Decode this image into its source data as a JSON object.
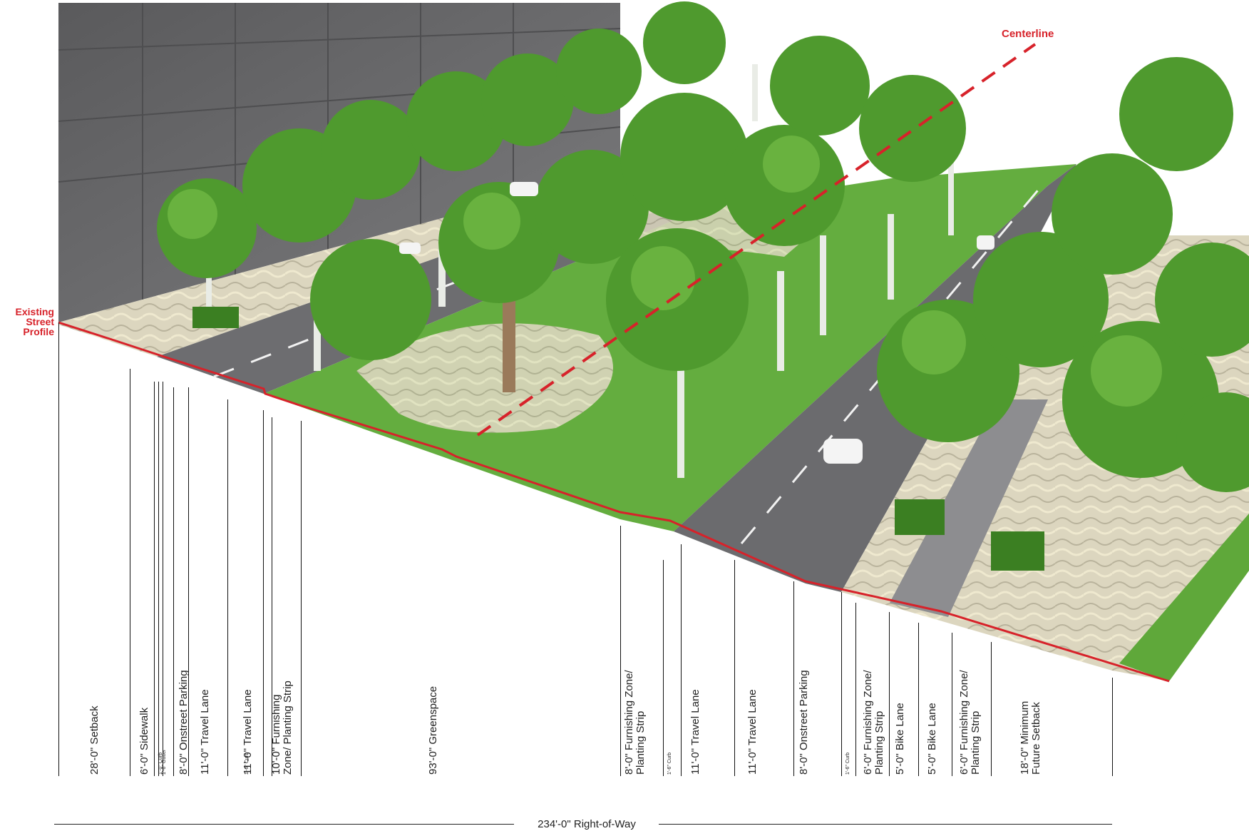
{
  "labels": {
    "existing_street_profile": "Existing Street Profile",
    "centerline": "Centerline",
    "right_of_way": "234'-0\" Right-of-Way"
  },
  "segments": [
    {
      "label": "28'-0\" Setback"
    },
    {
      "label": "6'-0\" Sidewalk"
    },
    {
      "label": "1'-0\" Curb",
      "small": true
    },
    {
      "label": "1'-6\" Gutter",
      "small": true
    },
    {
      "label": "8'-0\" Onstreet Parking"
    },
    {
      "label": "11'-0\" Travel Lane"
    },
    {
      "label": "11'-0\" Travel Lane"
    },
    {
      "label": "1'-6\" Curb",
      "small": true
    },
    {
      "label": "10'-0\" Furnishing Zone/ Planting Strip"
    },
    {
      "label": "93'-0\" Greenspace"
    },
    {
      "label": "8'-0\" Furnishing Zone/ Planting Strip"
    },
    {
      "label": "1'-6\" Curb",
      "small": true
    },
    {
      "label": "11'-0\" Travel Lane"
    },
    {
      "label": "11'-0\" Travel Lane"
    },
    {
      "label": "8'-0\" Onstreet Parking"
    },
    {
      "label": "1'-6\" Curb",
      "small": true
    },
    {
      "label": "6'-0\" Furnishing Zone/ Planting Strip"
    },
    {
      "label": "5'-0\" Bike Lane"
    },
    {
      "label": "5'-0\" Bike Lane"
    },
    {
      "label": "6'-0\" Furnishing Zone/ Planting Strip"
    },
    {
      "label": "18'-0\" Minimum Future Setback"
    }
  ],
  "colors": {
    "profile_red": "#d7222a",
    "building": "#6b6b6d",
    "grass": "#5fa83a",
    "road": "#6c6c6e",
    "paving": "#d9d3bc",
    "tree": "#4f9a2e"
  }
}
